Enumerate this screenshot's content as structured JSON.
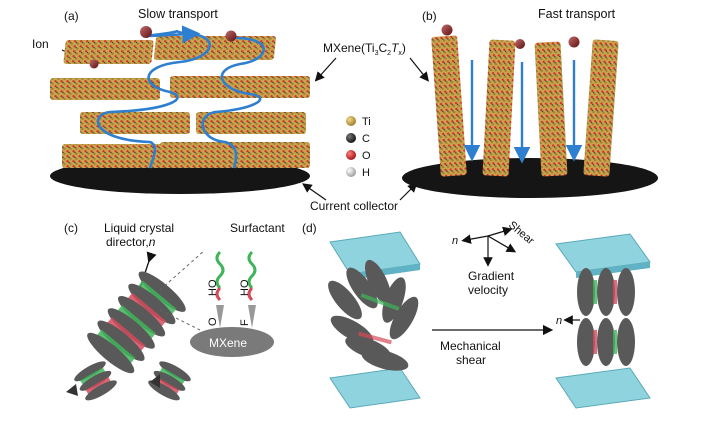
{
  "panels": {
    "a": {
      "tag": "(a)",
      "title": "Slow transport",
      "ion_label": "Ion",
      "mxene_prefix": "MXene(Ti",
      "mxene_sub1": "3",
      "mxene_mid": "C",
      "mxene_sub2": "2",
      "mxene_t": "T",
      "mxene_sub3": "x",
      "mxene_close": ")"
    },
    "b": {
      "tag": "(b)",
      "title": "Fast transport"
    },
    "legend": {
      "ti": "Ti",
      "c": "C",
      "o": "O",
      "h": "H"
    },
    "current_collector": "Current collector",
    "c": {
      "tag": "(c)",
      "lc_line1": "Liquid crystal",
      "lc_line2": "director,",
      "lc_n": "n",
      "surfactant": "Surfactant",
      "ho1": "HO",
      "o1": "O",
      "ho2": "HO",
      "f1": "F",
      "mxene": "MXene"
    },
    "d": {
      "tag": "(d)",
      "n_left": "n",
      "shear": "Shear",
      "gradient1": "Gradient",
      "gradient2": "velocity",
      "mech1": "Mechanical",
      "mech2": "shear",
      "n_right": "n"
    }
  },
  "colors": {
    "ti": "#c8a24e",
    "c": "#2b2b2b",
    "o": "#d42a2a",
    "h": "#d8d8d8",
    "arrow_blue": "#2f7fd0",
    "collector": "#151515",
    "plate": "#8fd3df",
    "disk": "#595959",
    "green": "#3fb55a",
    "pink": "#d64a5a"
  }
}
